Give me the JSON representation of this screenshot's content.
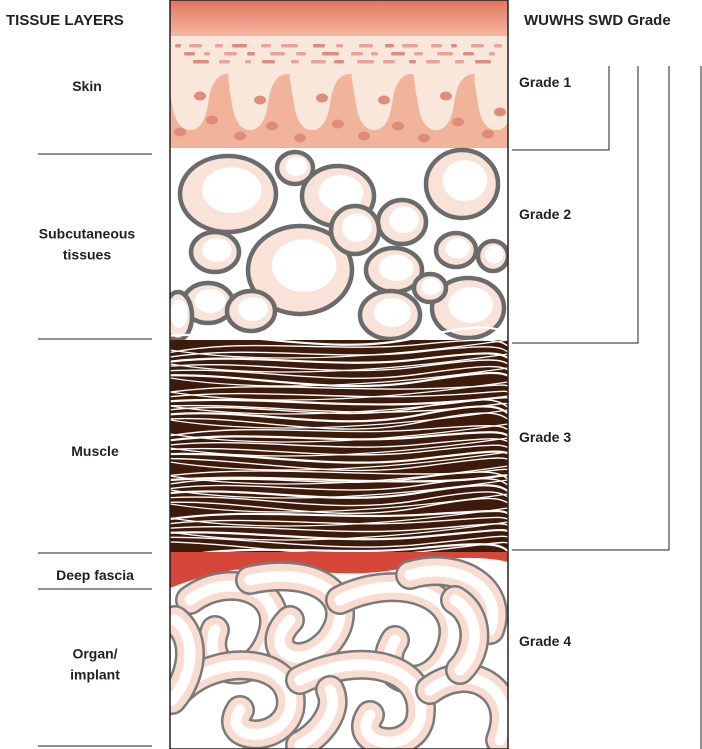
{
  "headers": {
    "left": "TISSUE LAYERS",
    "right": "WUWHS SWD Grade"
  },
  "tissue_layers": [
    {
      "id": "skin",
      "lines": [
        "Skin"
      ]
    },
    {
      "id": "subcutaneous",
      "lines": [
        "Subcutaneous",
        "tissues"
      ]
    },
    {
      "id": "muscle",
      "lines": [
        "Muscle"
      ]
    },
    {
      "id": "deep-fascia",
      "lines": [
        "Deep fascia"
      ]
    },
    {
      "id": "organ",
      "lines": [
        "Organ/",
        "implant"
      ]
    }
  ],
  "grades": [
    {
      "id": "1",
      "label": "Grade 1"
    },
    {
      "id": "2",
      "label": "Grade 2"
    },
    {
      "id": "3",
      "label": "Grade 3"
    },
    {
      "id": "4",
      "label": "Grade 4"
    }
  ],
  "colors": {
    "skin_top": "#e8826a",
    "skin_pink": "#f3cbb5",
    "skin_light": "#fae7dc",
    "skin_band": "#f1b49a",
    "skin_dot": "#e08c7a",
    "fat_fill": "#f9e3d9",
    "fat_stroke": "#6b6b6b",
    "muscle_dark": "#3d1a0a",
    "fascia_red": "#d6473a",
    "organ_pink": "#f9dccf",
    "line": "#231f20"
  }
}
